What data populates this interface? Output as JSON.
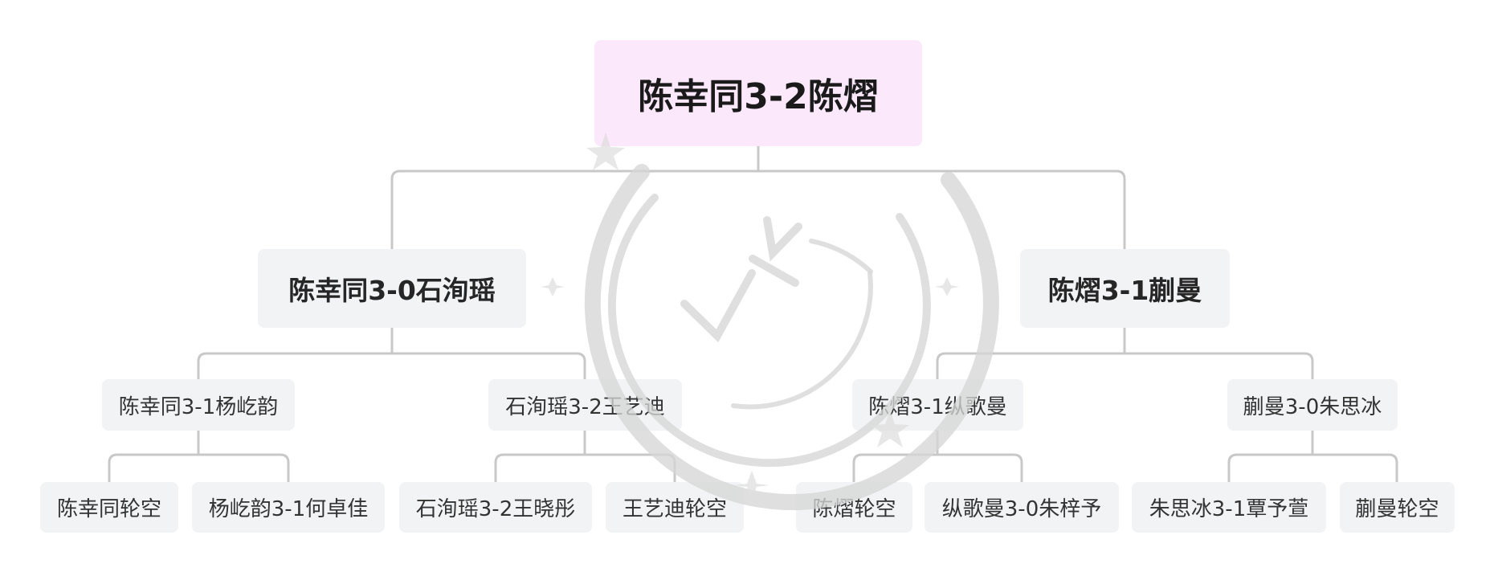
{
  "bracket": {
    "root": "陈幸同3-2陈熠",
    "semis": [
      "陈幸同3-0石洵瑶",
      "陈熠3-1蒯曼"
    ],
    "quarters": [
      "陈幸同3-1杨屹韵",
      "石洵瑶3-2王艺迪",
      "陈熠3-1纵歌曼",
      "蒯曼3-0朱思冰"
    ],
    "round16": [
      "陈幸同轮空",
      "杨屹韵3-1何卓佳",
      "石洵瑶3-2王晓彤",
      "王艺迪轮空",
      "陈熠轮空",
      "纵歌曼3-0朱梓予",
      "朱思冰3-1覃予萱",
      "蒯曼轮空"
    ]
  },
  "colors": {
    "root_bg": "#fbe8fb",
    "node_bg": "#f2f3f5",
    "connector": "#c8c8c8",
    "watermark": "#d9d9d9"
  },
  "icons": {
    "watermark": "vy-logo-watermark"
  }
}
